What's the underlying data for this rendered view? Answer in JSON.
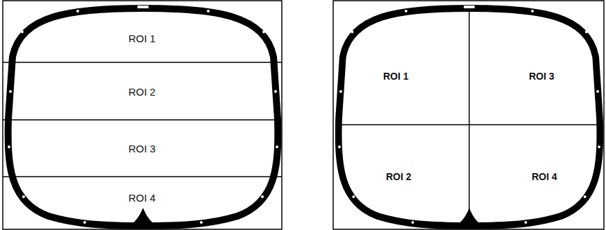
{
  "diagram": {
    "nodes": [
      {
        "text": [
          "ROI 1"
        ]
      },
      {
        "text": [
          "ROI 2"
        ]
      },
      {
        "text": [
          "ROI 3"
        ]
      },
      {
        "text": [
          "ROI 4"
        ]
      },
      {
        "text": [
          "ROI 1"
        ]
      },
      {
        "text": [
          "ROI 3"
        ]
      },
      {
        "text": [
          "ROI 2"
        ]
      },
      {
        "text": [
          "ROI 4"
        ]
      }
    ]
  }
}
